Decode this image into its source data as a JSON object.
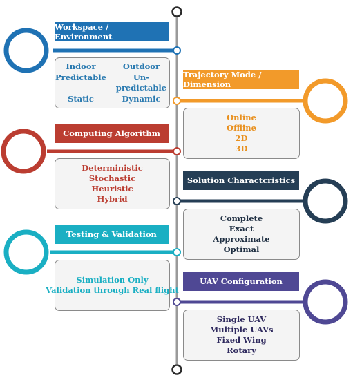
{
  "colors": {
    "workspace": "#1f72b4",
    "trajectory": "#f29a2a",
    "computing": "#bb3d31",
    "solution": "#253e55",
    "testing": "#1aafc3",
    "uav": "#4f4894",
    "timeline": "#9a9a9a",
    "box_border": "#8a8a8a",
    "box_fill": "#f4f4f4"
  },
  "categories": {
    "workspace": {
      "title": "Workspace / Environment",
      "items": [
        "Indoor",
        "Outdoor",
        "Predictable",
        "Un-predictable",
        "Static",
        "Dynamic"
      ]
    },
    "trajectory": {
      "title": "Trajectory Mode / Dimension",
      "items": [
        "Online",
        "Offline",
        "2D",
        "3D"
      ]
    },
    "computing": {
      "title": "Computing Algorithm",
      "items": [
        "Deterministic",
        "Stochastic",
        "Heuristic",
        "Hybrid"
      ]
    },
    "solution": {
      "title": "Solution Charactcristics",
      "items": [
        "Complete",
        "Exact",
        "Approximate",
        "Optimal"
      ]
    },
    "testing": {
      "title": "Testing & Validation",
      "items": [
        "Simulation Only",
        "Validation through Real flight"
      ]
    },
    "uav": {
      "title": "UAV Configuration",
      "items": [
        "Single UAV",
        "Multiple UAVs",
        "Fixed Wing",
        "Rotary"
      ]
    }
  }
}
